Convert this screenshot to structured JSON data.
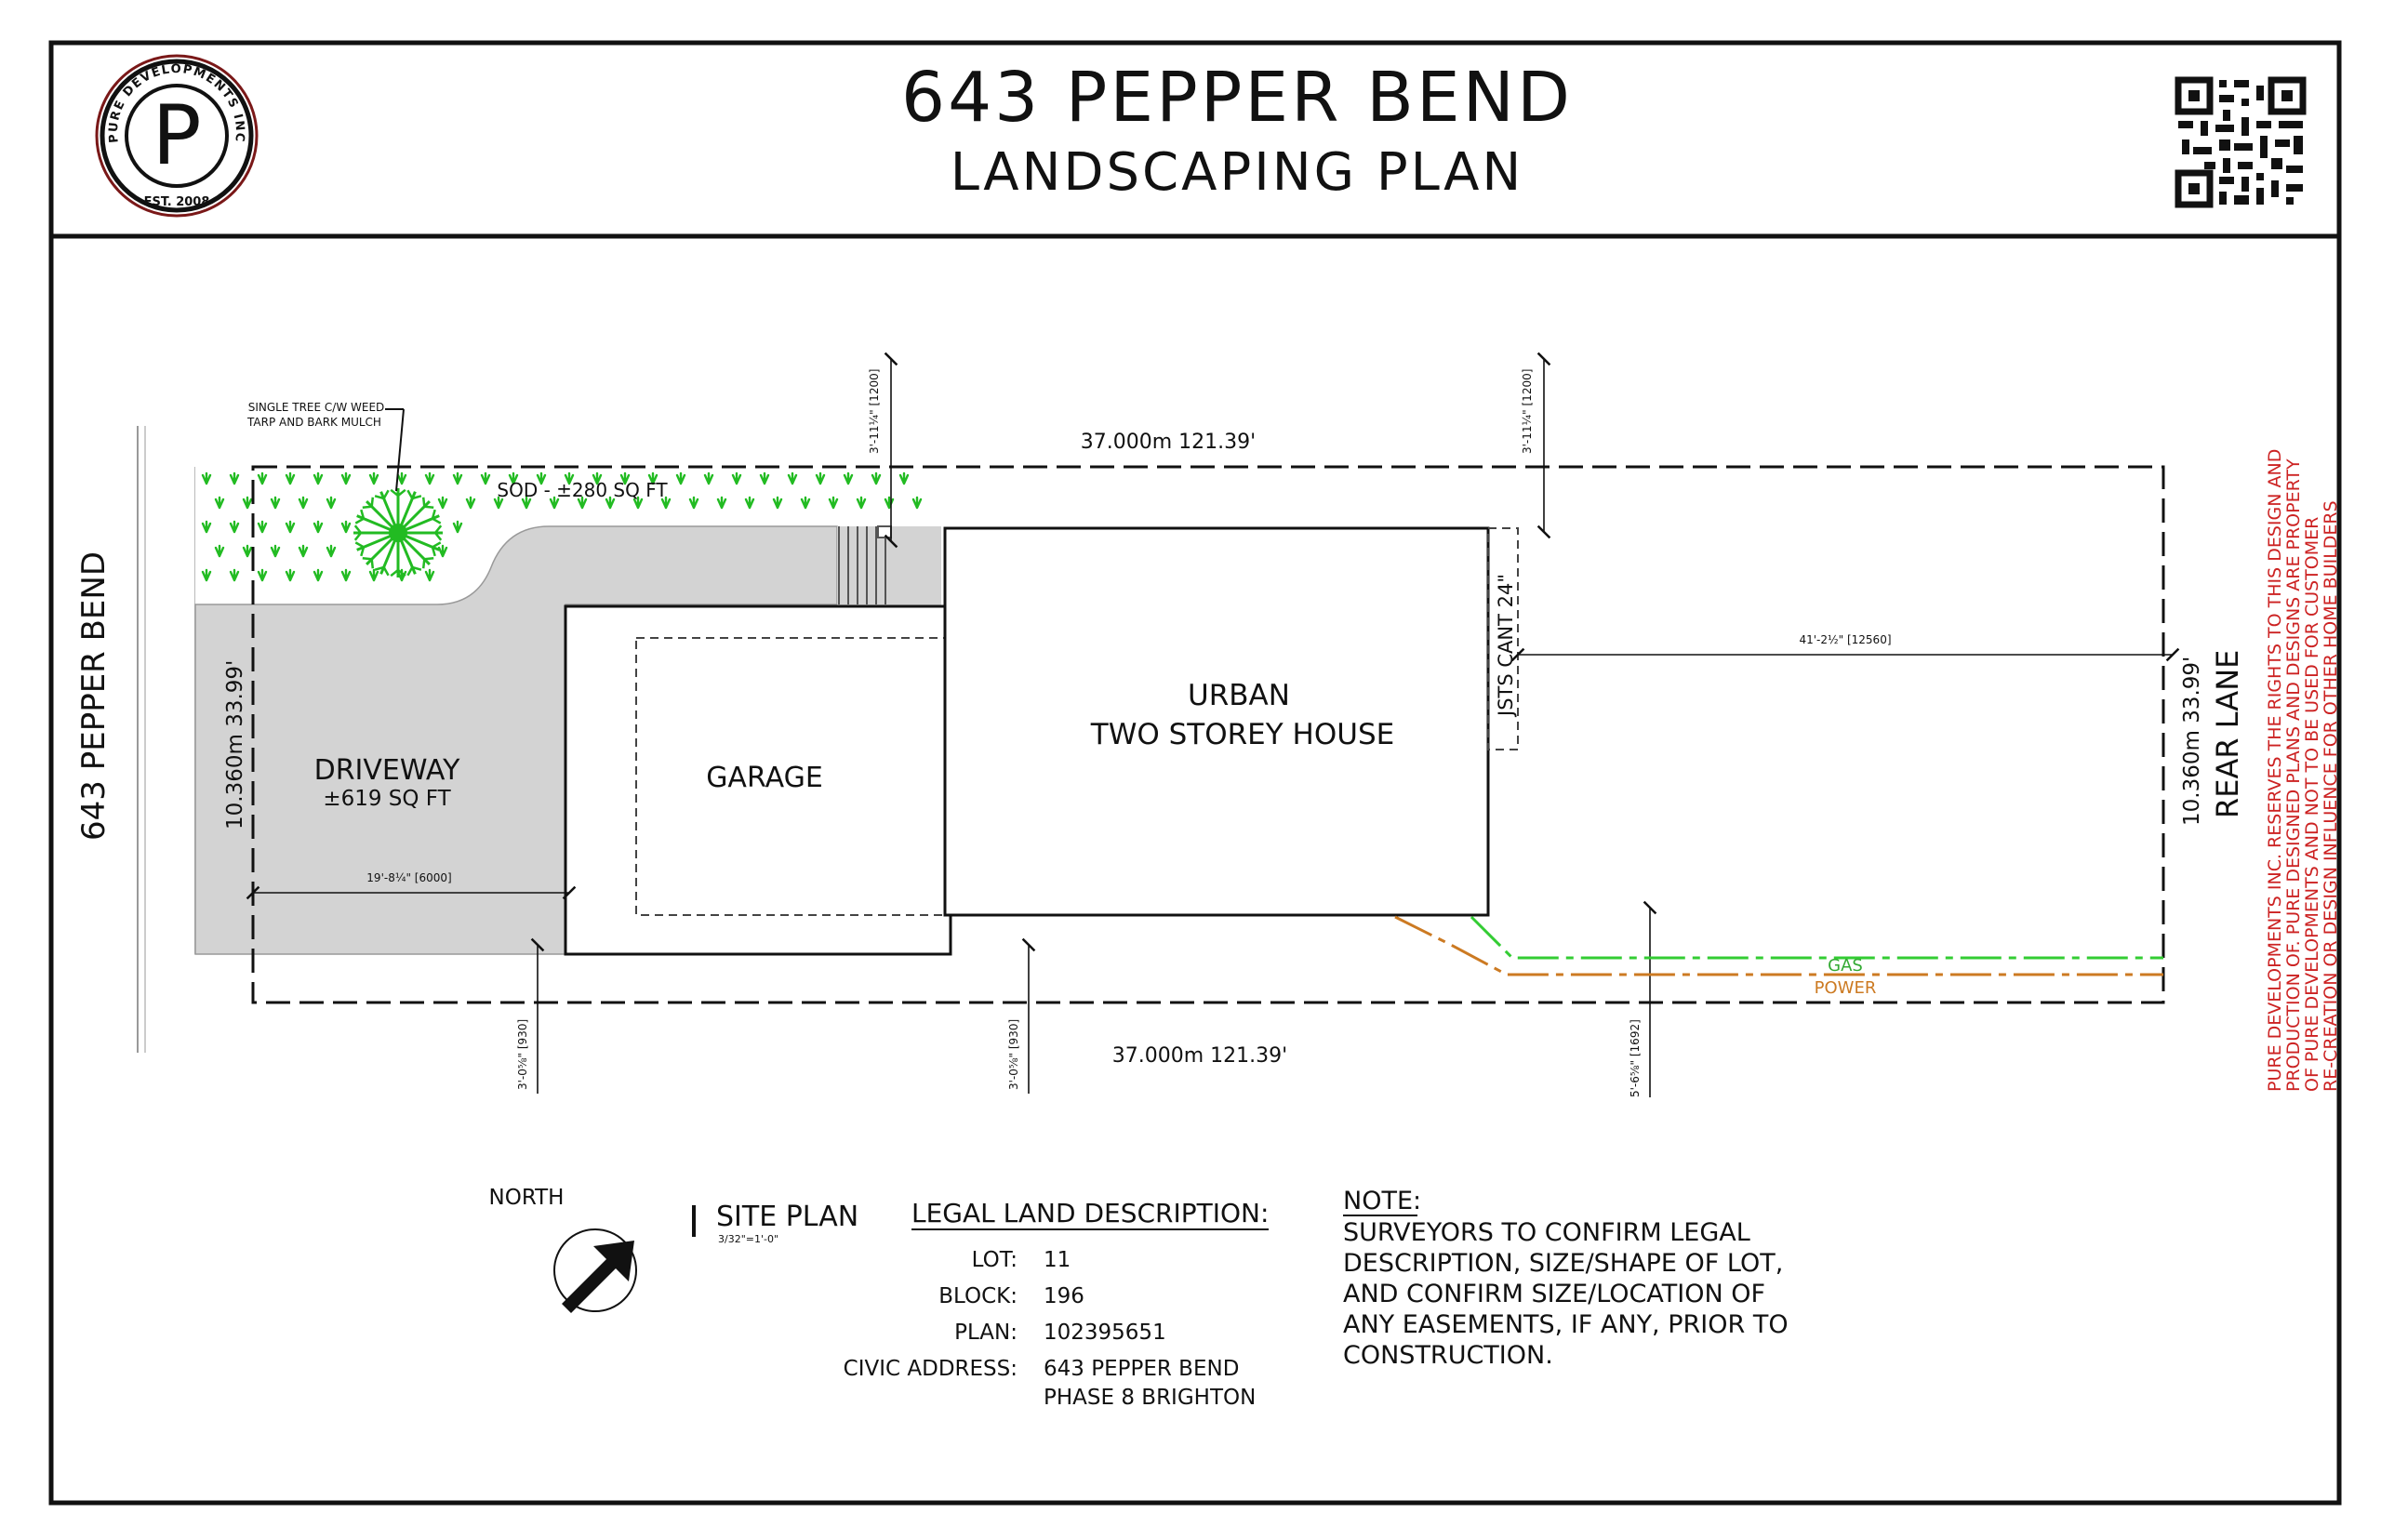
{
  "header": {
    "title": "643 PEPPER BEND",
    "subtitle": "LANDSCAPING PLAN",
    "logo": {
      "letter": "P",
      "ring_text": "PURE DEVELOPMENTS INC",
      "est_text": "EST. 2008"
    },
    "qr_icon": "qr-code-icon"
  },
  "plan": {
    "street_label": "643 PEPPER BEND",
    "rear_label": "REAR LANE",
    "tree_note_1": "SINGLE TREE C/W WEED",
    "tree_note_2": "TARP AND BARK MULCH",
    "sod_label": "SOD - ±280 SQ FT",
    "driveway_label": "DRIVEWAY",
    "driveway_area": "±619 SQ FT",
    "garage_label": "GARAGE",
    "house_label_1": "URBAN",
    "house_label_2": "TWO STOREY HOUSE",
    "cant_label": "JSTS CANT 24\"",
    "top_dim": "37.000m 121.39'",
    "bottom_dim": "37.000m 121.39'",
    "left_dim": "10.360m 33.99'",
    "right_dim": "10.360m 33.99'",
    "front_setback": "3'-11¼\" [1200]",
    "rear_house_setback": "3'-11¼\" [1200]",
    "rear_yard_dim": "41'-2½\" [12560]",
    "driveway_dim": "19'-8¼\" [6000]",
    "side_dim_left": "3'-0⅝\" [930]",
    "side_dim_mid": "3'-0⅝\" [930]",
    "side_dim_right": "5'-6⅝\" [1692]",
    "gas_label": "GAS",
    "power_label": "POWER",
    "colors": {
      "gas": "#33cc33",
      "power": "#cc7a22",
      "sod": "#22bb22",
      "paving": "#d3d3d3",
      "disclaimer": "#cc2222"
    }
  },
  "legend": {
    "north_label": "NORTH",
    "north_icon": "north-arrow-icon",
    "site_plan_title": "SITE PLAN",
    "site_plan_scale": "3/32\"=1'-0\""
  },
  "legal": {
    "heading": "LEGAL LAND DESCRIPTION:",
    "rows": [
      {
        "label": "LOT:",
        "value": "11"
      },
      {
        "label": "BLOCK:",
        "value": "196"
      },
      {
        "label": "PLAN:",
        "value": "102395651"
      },
      {
        "label": "CIVIC ADDRESS:",
        "value": "643 PEPPER BEND"
      }
    ],
    "civic_line_2": "PHASE 8 BRIGHTON"
  },
  "note": {
    "heading": "NOTE:",
    "lines": [
      "SURVEYORS TO CONFIRM LEGAL",
      "DESCRIPTION, SIZE/SHAPE OF LOT,",
      "AND CONFIRM SIZE/LOCATION OF",
      "ANY EASEMENTS, IF ANY, PRIOR TO",
      "CONSTRUCTION."
    ]
  },
  "disclaimer": {
    "lines": [
      "PURE DEVELOPMENTS INC. RESERVES THE RIGHTS TO THIS DESIGN AND",
      "PRODUCTION OF. PURE DESIGNED PLANS AND DESIGNS ARE PROPERTY",
      "OF PURE DEVELOPMENTS AND NOT TO BE USED FOR CUSTOMER",
      "RE-CREATION OR DESIGN INFLUENCE FOR OTHER HOME BUILDERS"
    ]
  }
}
